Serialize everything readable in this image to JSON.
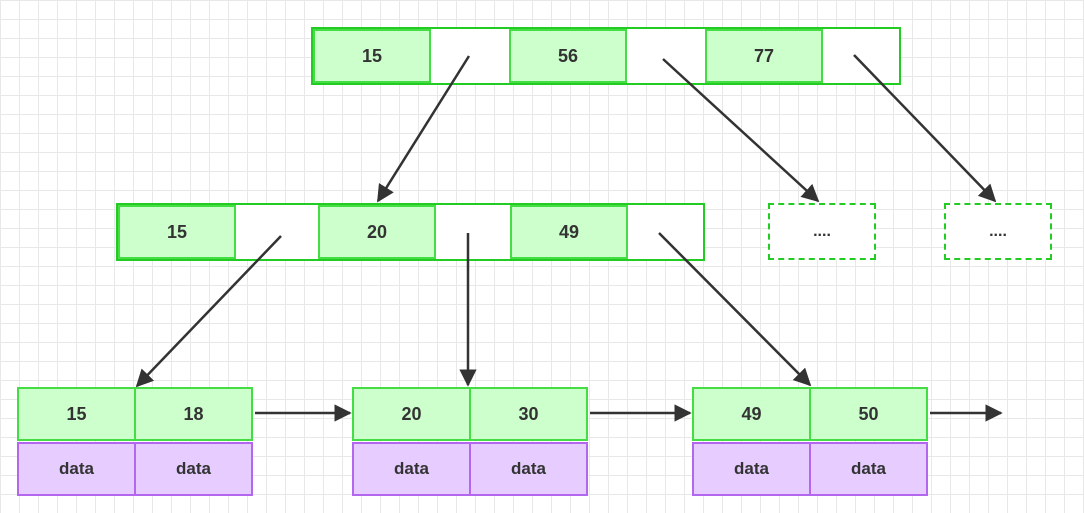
{
  "root": {
    "keys": [
      "15",
      "56",
      "77"
    ]
  },
  "internal": {
    "keys": [
      "15",
      "20",
      "49"
    ]
  },
  "placeholders": [
    "....",
    "...."
  ],
  "leaves": [
    {
      "keys": [
        "15",
        "18"
      ],
      "data": [
        "data",
        "data"
      ]
    },
    {
      "keys": [
        "20",
        "30"
      ],
      "data": [
        "data",
        "data"
      ]
    },
    {
      "keys": [
        "49",
        "50"
      ],
      "data": [
        "data",
        "data"
      ]
    }
  ],
  "colors": {
    "key_fill": "#ccffcc",
    "key_border": "#44dd44",
    "data_fill": "#e6ccff",
    "data_border": "#b366ee",
    "arrow": "#333333"
  }
}
